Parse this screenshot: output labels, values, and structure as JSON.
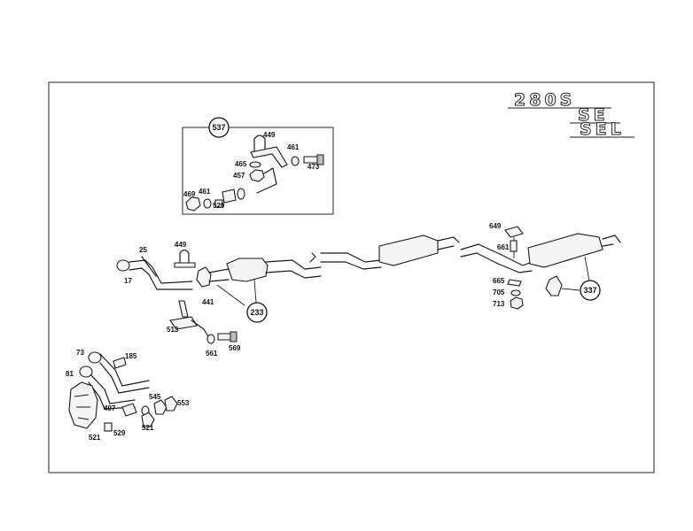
{
  "model_badge": {
    "line1": "280S",
    "line2": "SE",
    "line3": "SEL"
  },
  "callouts": {
    "c537": "537",
    "c233": "233",
    "c337": "337"
  },
  "labels": {
    "p449a": "449",
    "p461a": "461",
    "p465": "465",
    "p473": "473",
    "p457": "457",
    "p469": "469",
    "p461b": "461",
    "p529a": "529",
    "p25": "25",
    "p449b": "449",
    "p17": "17",
    "p441": "441",
    "p513": "513",
    "p561": "561",
    "p569": "569",
    "p73": "73",
    "p185": "185",
    "p81": "81",
    "p545": "545",
    "p553": "553",
    "p497": "497",
    "p521a": "521",
    "p529b": "529",
    "p521b": "521",
    "p649": "649",
    "p661": "661",
    "p665": "665",
    "p705": "705",
    "p713": "713"
  }
}
